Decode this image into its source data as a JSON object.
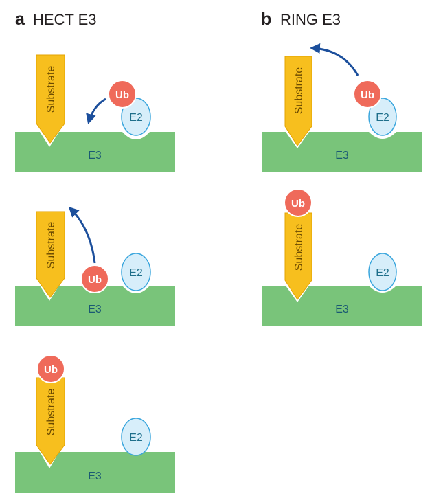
{
  "panels": {
    "a": {
      "letter": "a",
      "title": "HECT E3"
    },
    "b": {
      "letter": "b",
      "title": "RING E3"
    }
  },
  "labels": {
    "substrate": "Substrate",
    "ub": "Ub",
    "e2": "E2",
    "e3": "E3"
  },
  "colors": {
    "e3_fill": "#79c47a",
    "substrate_fill": "#f7bf1e",
    "substrate_stroke": "#e3a300",
    "ub_fill": "#ef6a5a",
    "ub_stroke": "#ffffff",
    "e2_fill": "#d7eefa",
    "e2_stroke": "#3aa6dd",
    "arrow": "#1c4f9c"
  }
}
